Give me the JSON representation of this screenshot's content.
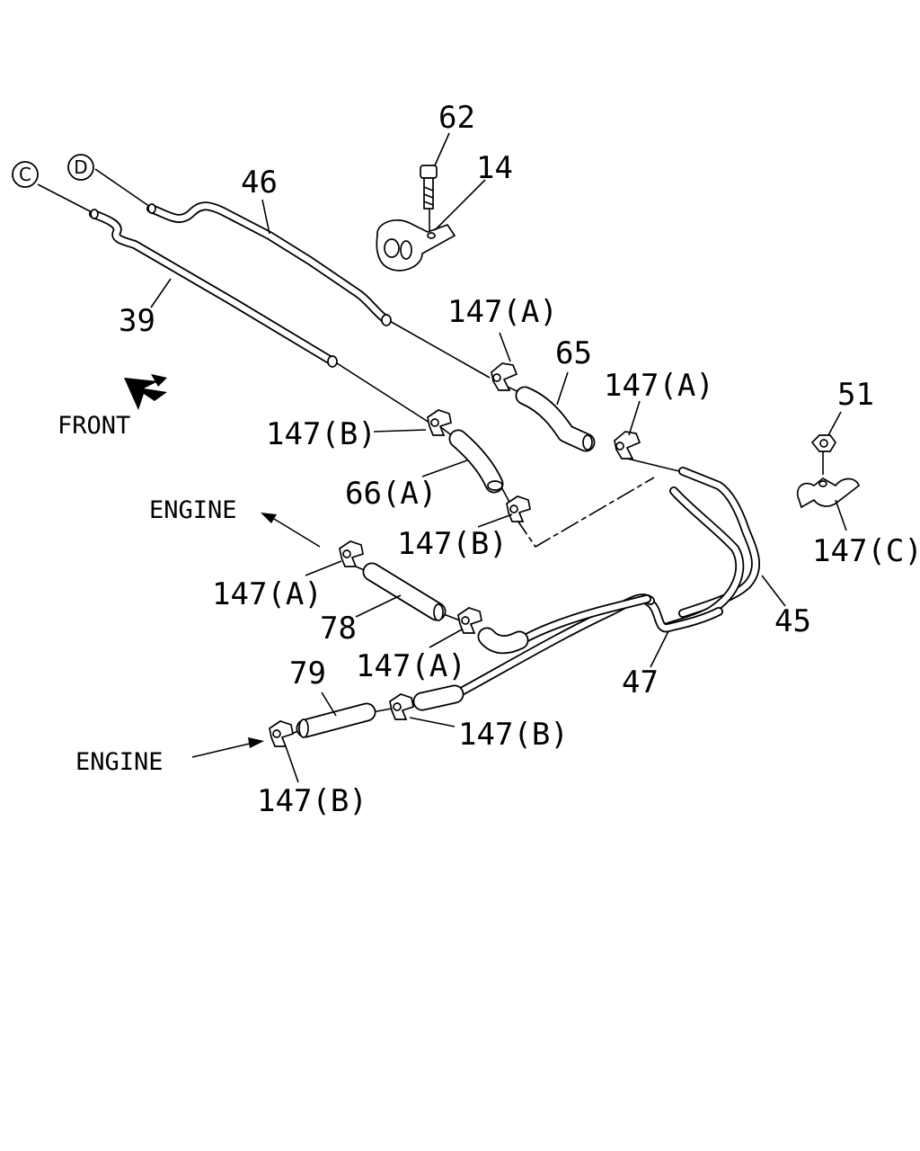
{
  "diagram": {
    "circle_markers": {
      "c": "C",
      "d": "D"
    },
    "labels": {
      "l62": "62",
      "l14": "14",
      "l46": "46",
      "l39": "39",
      "l65": "65",
      "l51": "51",
      "l45": "45",
      "l47": "47",
      "l78": "78",
      "l79": "79",
      "l66a": "66(A)",
      "l147a_top": "147(A)",
      "l147a_right": "147(A)",
      "l147a_left": "147(A)",
      "l147a_mid": "147(A)",
      "l147b_upper": "147(B)",
      "l147b_mid": "147(B)",
      "l147b_right": "147(B)",
      "l147b_bottom": "147(B)",
      "l147c": "147(C)"
    },
    "annotations": {
      "front": "FRONT",
      "engine_upper": "ENGINE",
      "engine_lower": "ENGINE"
    }
  }
}
